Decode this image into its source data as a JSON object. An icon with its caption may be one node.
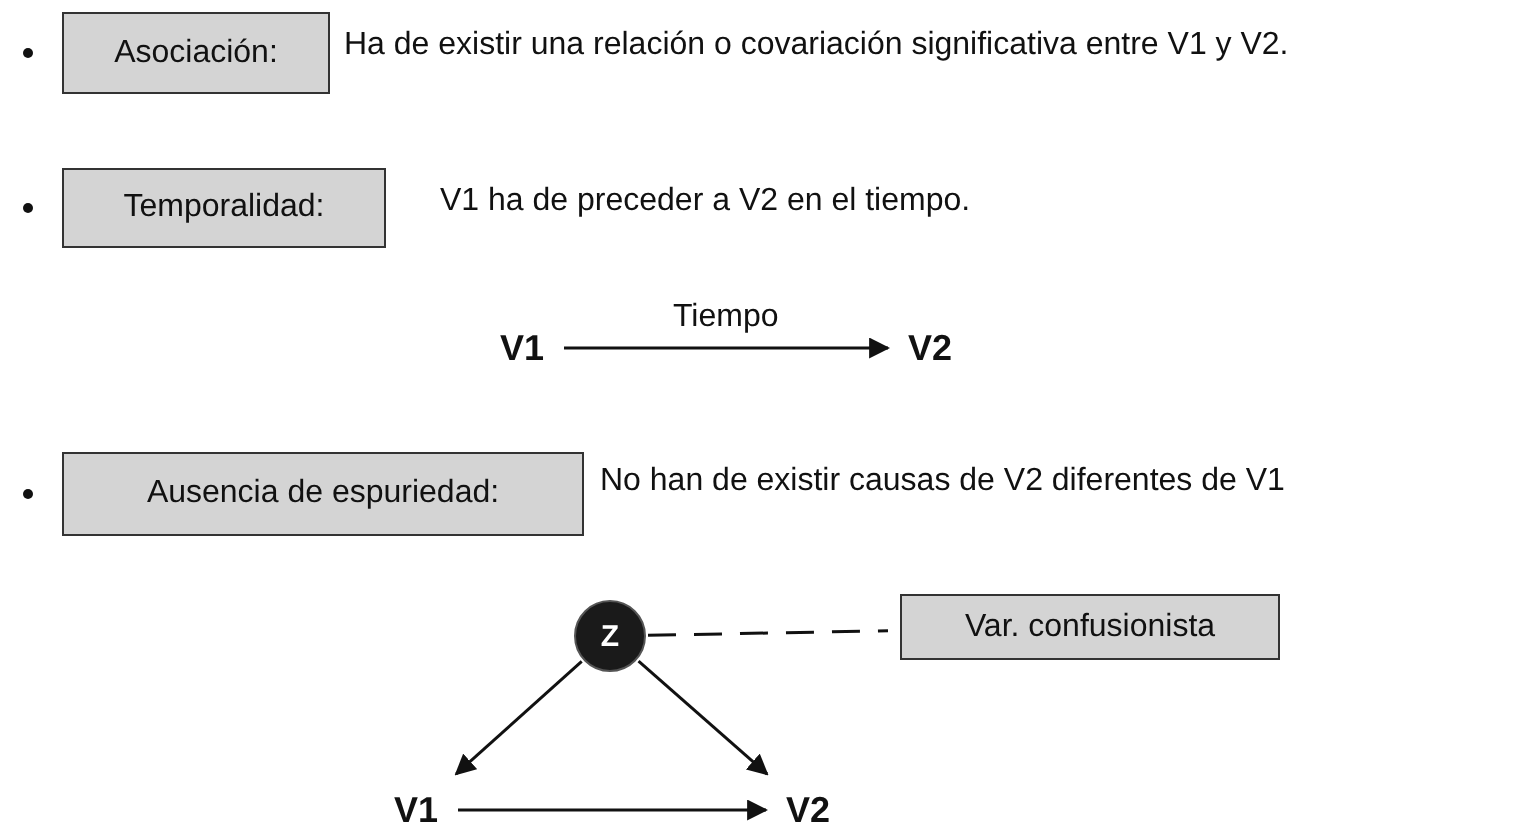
{
  "diagram": {
    "nodes": [
      {
        "text": [
          "Asociación:"
        ],
        "beside": [
          "Ha de existir una relación o covariación significativa entre V1 y V2."
        ]
      },
      {
        "text": [
          "Temporalidad:"
        ],
        "beside": [
          "V1 ha de preceder a V2 en el tiempo."
        ]
      },
      {
        "text": [
          "V1"
        ]
      },
      {
        "text": [
          "V2"
        ]
      },
      {
        "text": [
          "Ausencia de espuriedad:"
        ],
        "beside": [
          "No han de existir causas de V2 diferentes de V1"
        ]
      },
      {
        "text": [
          "Z"
        ]
      },
      {
        "text": [
          "Var. confusionista"
        ]
      },
      {
        "text": [
          "V1"
        ]
      },
      {
        "text": [
          "V2"
        ]
      }
    ],
    "edges": [
      {
        "from": 2,
        "to": 3,
        "arrow": "to",
        "label": "Tiempo"
      },
      {
        "from": 5,
        "to": 7,
        "arrow": "to"
      },
      {
        "from": 5,
        "to": 8,
        "arrow": "to"
      },
      {
        "from": 7,
        "to": 8,
        "arrow": "to"
      },
      {
        "from": 5,
        "to": 6,
        "arrow": "none",
        "style": "dashed"
      }
    ]
  }
}
